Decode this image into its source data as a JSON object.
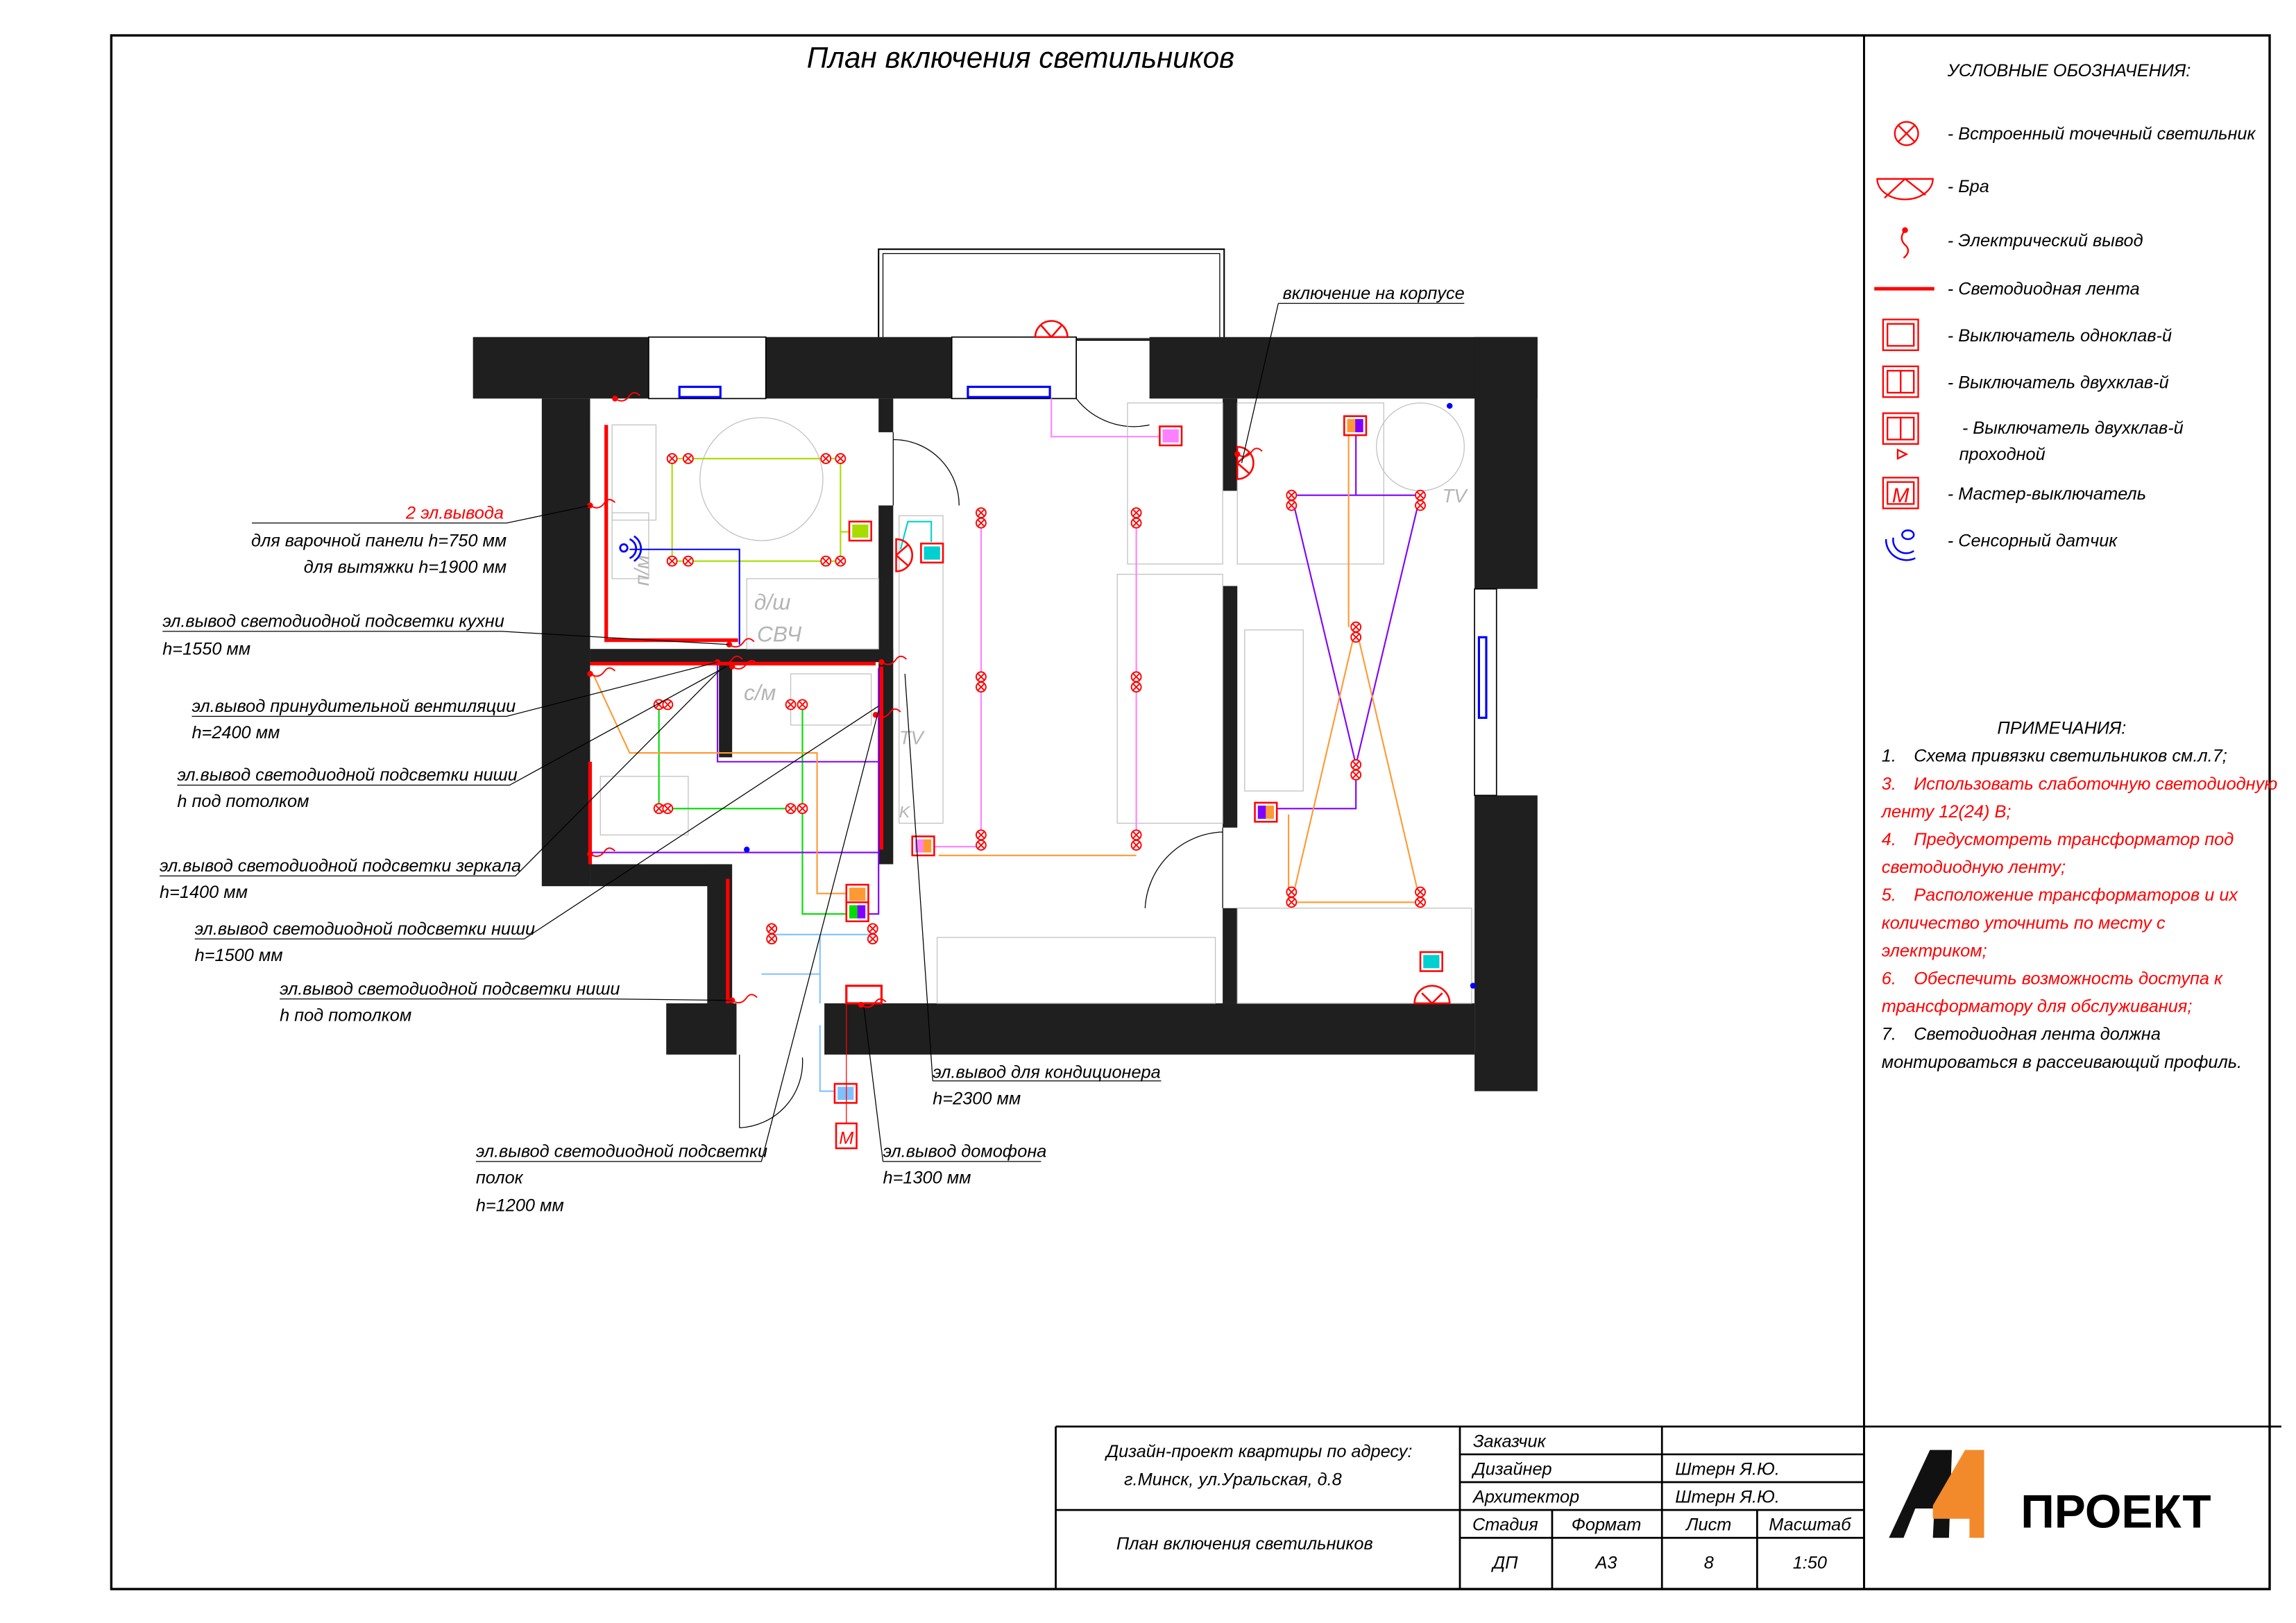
{
  "title": "План включения светильников",
  "legend": {
    "title": "УСЛОВНЫЕ ОБОЗНАЧЕНИЯ:",
    "items": [
      {
        "icon": "recessed-spotlight-icon",
        "label": "- Встроенный точечный светильник"
      },
      {
        "icon": "wall-sconce-icon",
        "label": "- Бра"
      },
      {
        "icon": "electrical-outlet-icon",
        "label": "- Электрический вывод"
      },
      {
        "icon": "led-strip-icon",
        "label": "- Светодиодная лента"
      },
      {
        "icon": "single-switch-icon",
        "label": "- Выключатель одноклав-й"
      },
      {
        "icon": "double-switch-icon",
        "label": "- Выключатель двухклав-й"
      },
      {
        "icon": "double-pass-switch-icon",
        "label": "- Выключатель двухклав-й",
        "label2": "проходной"
      },
      {
        "icon": "master-switch-icon",
        "label": "- Мастер-выключатель",
        "glyph": "M"
      },
      {
        "icon": "touch-sensor-icon",
        "label": "- Сенсорный датчик"
      }
    ]
  },
  "notes": {
    "title": "ПРИМЕЧАНИЯ:",
    "items": [
      {
        "num": "1.",
        "text": "Схема привязки светильников см.л.7;",
        "color": "#000000"
      },
      {
        "num": "3.",
        "text": "Использовать слаботочную светодиодную",
        "cont": [
          "ленту 12(24) В;"
        ],
        "color": "#ff0000"
      },
      {
        "num": "4.",
        "text": "Предусмотреть трансформатор под",
        "cont": [
          "светодиодную ленту;"
        ],
        "color": "#ff0000"
      },
      {
        "num": "5.",
        "text": "Расположение трансформаторов и их",
        "cont": [
          "количество уточнить по месту с",
          "электриком;"
        ],
        "color": "#ff0000"
      },
      {
        "num": "6.",
        "text": "Обеспечить возможность доступа к",
        "cont": [
          "трансформатору для обслуживания;"
        ],
        "color": "#ff0000"
      },
      {
        "num": "7.",
        "text": "Светодиодная лента должна",
        "cont": [
          "монтироваться в рассеивающий профиль."
        ],
        "color": "#000000"
      }
    ]
  },
  "annotations": {
    "hob_outlets": "2 эл.вывода",
    "hob_h": "для варочной панели  h=750 мм",
    "hood_h": "для вытяжки  h=1900 мм",
    "kitchen_led": "эл.вывод светодиодной подсветки кухни",
    "kitchen_led_h": "h=1550 мм",
    "ventilation": "эл.вывод принудительной вентиляции",
    "ventilation_h": "h=2400 мм",
    "niche1": "эл.вывод светодиодной подсветки ниши",
    "niche1_h": "h  под потолком",
    "mirror": "эл.вывод светодиодной подсветки зеркала",
    "mirror_h": "h=1400 мм",
    "niche2": "эл.вывод светодиодной подсветки ниши",
    "niche2_h": "h=1500 мм",
    "niche3": "эл.вывод светодиодной подсветки ниши",
    "niche3_h": "h  под потолком",
    "shelves": "эл.вывод светодиодной подсветки",
    "shelves_2": "полок",
    "shelves_h": "h=1200 мм",
    "ac": "эл.вывод для кондиционера",
    "ac_h": "h=2300 мм",
    "intercom": "эл.вывод домофона",
    "intercom_h": "h=1300 мм",
    "body_switch": "включение на корпусе"
  },
  "room_labels": {
    "washer_dishes": "п/м",
    "dishwasher": "д/ш",
    "microwave": "СВЧ",
    "washing_machine": "с/м",
    "tv": "TV",
    "k": "K",
    "master": "M"
  },
  "title_block": {
    "project_line1": "Дизайн-проект квартиры по адресу:",
    "project_line2": "г.Минск, ул.Уральская, д.8",
    "sheet_name": "План включения светильников",
    "customer_label": "Заказчик",
    "designer_label": "Дизайнер",
    "designer": "Штерн Я.Ю.",
    "architect_label": "Архитектор",
    "architect": "Штерн Я.Ю.",
    "stage_label": "Стадия",
    "format_label": "Формат",
    "sheet_label": "Лист",
    "scale_label": "Масштаб",
    "stage": "ДП",
    "format": "А3",
    "sheet": "8",
    "scale": "1:50"
  },
  "logo": {
    "mark": "A4",
    "text": "ПРОЕКТ",
    "accent": "#f28a2c"
  },
  "colors": {
    "wall": "#1f1f1f",
    "accent": "#ff0000",
    "green": "#00dd00",
    "lime": "#a8dc00",
    "purple": "#8000ff",
    "orange": "#ff9933",
    "lightblue": "#80c0ff",
    "blue": "#0000ff",
    "pink": "#ff80ff",
    "cyan": "#00d0d0"
  }
}
